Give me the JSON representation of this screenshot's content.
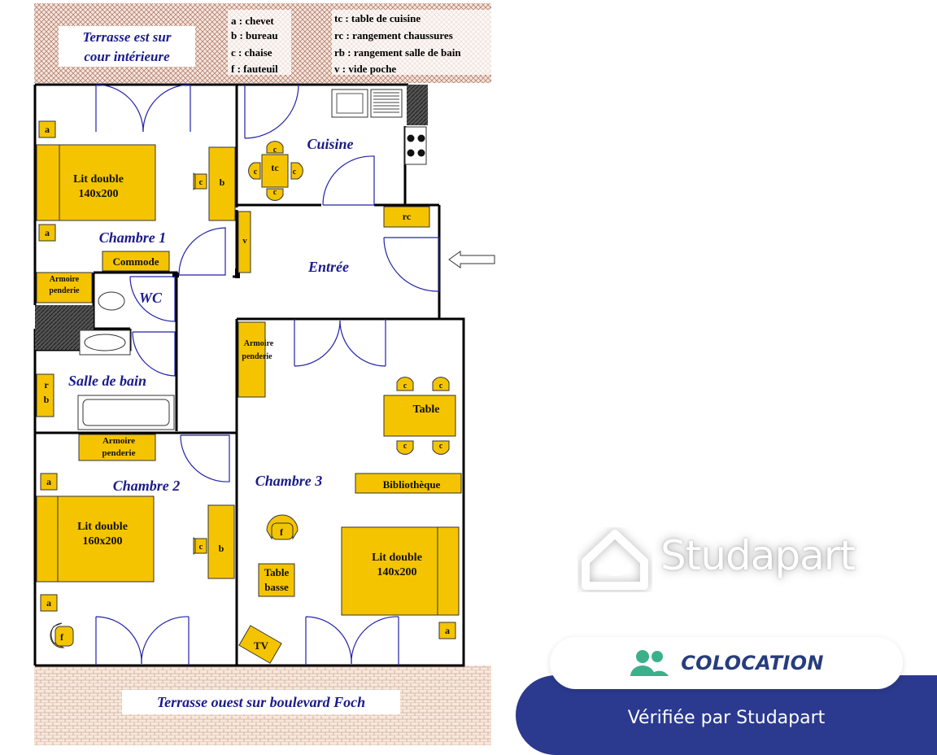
{
  "legend": {
    "a": "a : chevet",
    "b": "b : bureau",
    "c": "c : chaise",
    "f": "f : fauteuil",
    "tc": "tc : table de cuisine",
    "rc": "rc : rangement chaussures",
    "rb": "rb : rangement salle de bain",
    "v": "v : vide poche"
  },
  "terrace_top": {
    "line1": "Terrasse est sur",
    "line2": "cour intérieure"
  },
  "terrace_bottom": "Terrasse ouest sur boulevard Foch",
  "rooms": {
    "chambre1": "Chambre 1",
    "chambre2": "Chambre 2",
    "chambre3": "Chambre 3",
    "cuisine": "Cuisine",
    "entree": "Entrée",
    "wc": "WC",
    "salle_de_bain": "Salle de bain"
  },
  "furniture": {
    "lit1_l1": "Lit double",
    "lit1_l2": "140x200",
    "lit2_l1": "Lit double",
    "lit2_l2": "160x200",
    "lit3_l1": "Lit double",
    "lit3_l2": "140x200",
    "commode": "Commode",
    "armoire1_l1": "Armoire",
    "armoire1_l2": "penderie",
    "armoire2_l1": "Armoire",
    "armoire2_l2": "penderie",
    "armoire3_l1": "Armoire",
    "armoire3_l2": "penderie",
    "table": "Table",
    "bibliotheque": "Bibliothèque",
    "table_basse_l1": "Table",
    "table_basse_l2": "basse",
    "tv": "TV",
    "a": "a",
    "b": "b",
    "c": "c",
    "f": "f",
    "tc": "tc",
    "rc": "rc",
    "v": "v",
    "rb_r": "r",
    "rb_b": "b"
  },
  "brand": {
    "name": "Studapart"
  },
  "badge": {
    "label": "COLOCATION"
  },
  "verified": "Vérifiée par Studapart",
  "colors": {
    "furniture": "#f5c400",
    "room_label": "#1a1a8c",
    "wall": "#000000",
    "door": "#2222aa",
    "brand_navy": "#2b3a8e",
    "badge_green": "#3cb08a"
  }
}
